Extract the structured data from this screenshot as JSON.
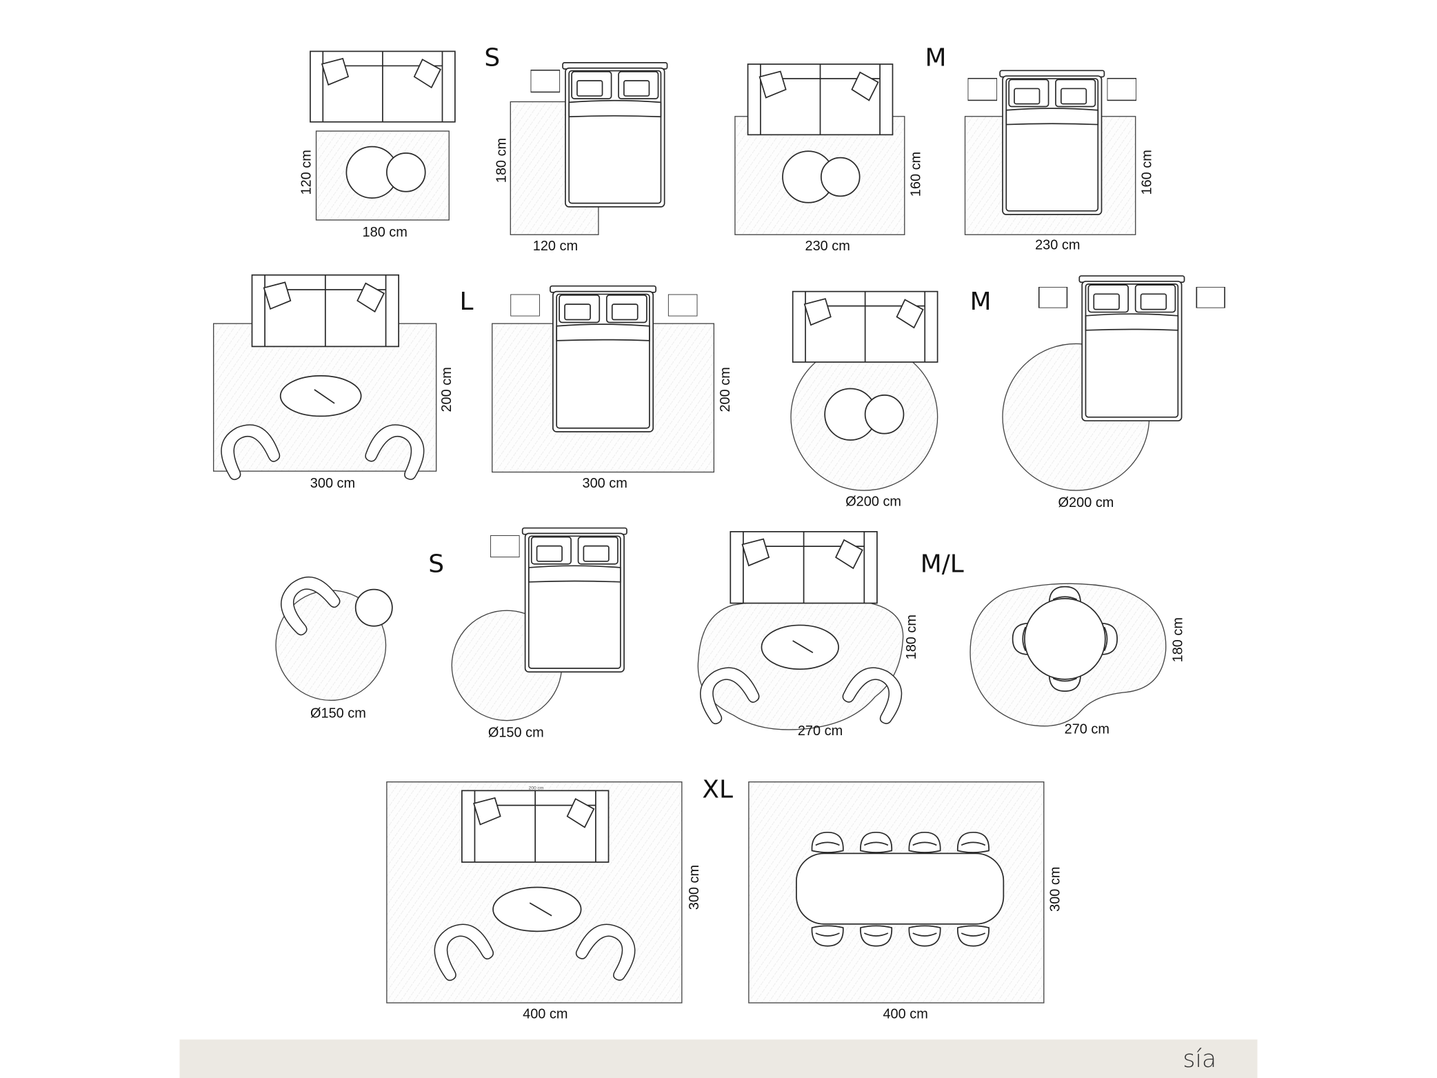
{
  "size_labels": {
    "s1": "S",
    "m1": "M",
    "l": "L",
    "m2": "M",
    "s2": "S",
    "ml": "M/L",
    "xl": "XL"
  },
  "dims": {
    "s_sofa_h": "120 cm",
    "s_sofa_w": "180 cm",
    "s_bed_h": "180 cm",
    "s_bed_w": "120 cm",
    "m_sofa_h": "160 cm",
    "m_sofa_w": "230 cm",
    "m_bed_h": "160 cm",
    "m_bed_w": "230 cm",
    "l_sofa_h": "200 cm",
    "l_sofa_w": "300 cm",
    "l_bed_h": "200 cm",
    "l_bed_w": "300 cm",
    "m_round_sofa": "Ø200 cm",
    "m_round_bed": "Ø200 cm",
    "s_round_chair": "Ø150 cm",
    "s_round_bed": "Ø150 cm",
    "ml_sofa_h": "180 cm",
    "ml_sofa_w": "270 cm",
    "ml_dining_h": "180 cm",
    "ml_dining_w": "270 cm",
    "xl_sofa_h": "300 cm",
    "xl_sofa_w": "400 cm",
    "xl_dining_h": "300 cm",
    "xl_dining_w": "400 cm",
    "xl_sofa_tiny": "200 cm"
  },
  "footer": {
    "brand": "sía",
    "background": "#ece9e3"
  }
}
